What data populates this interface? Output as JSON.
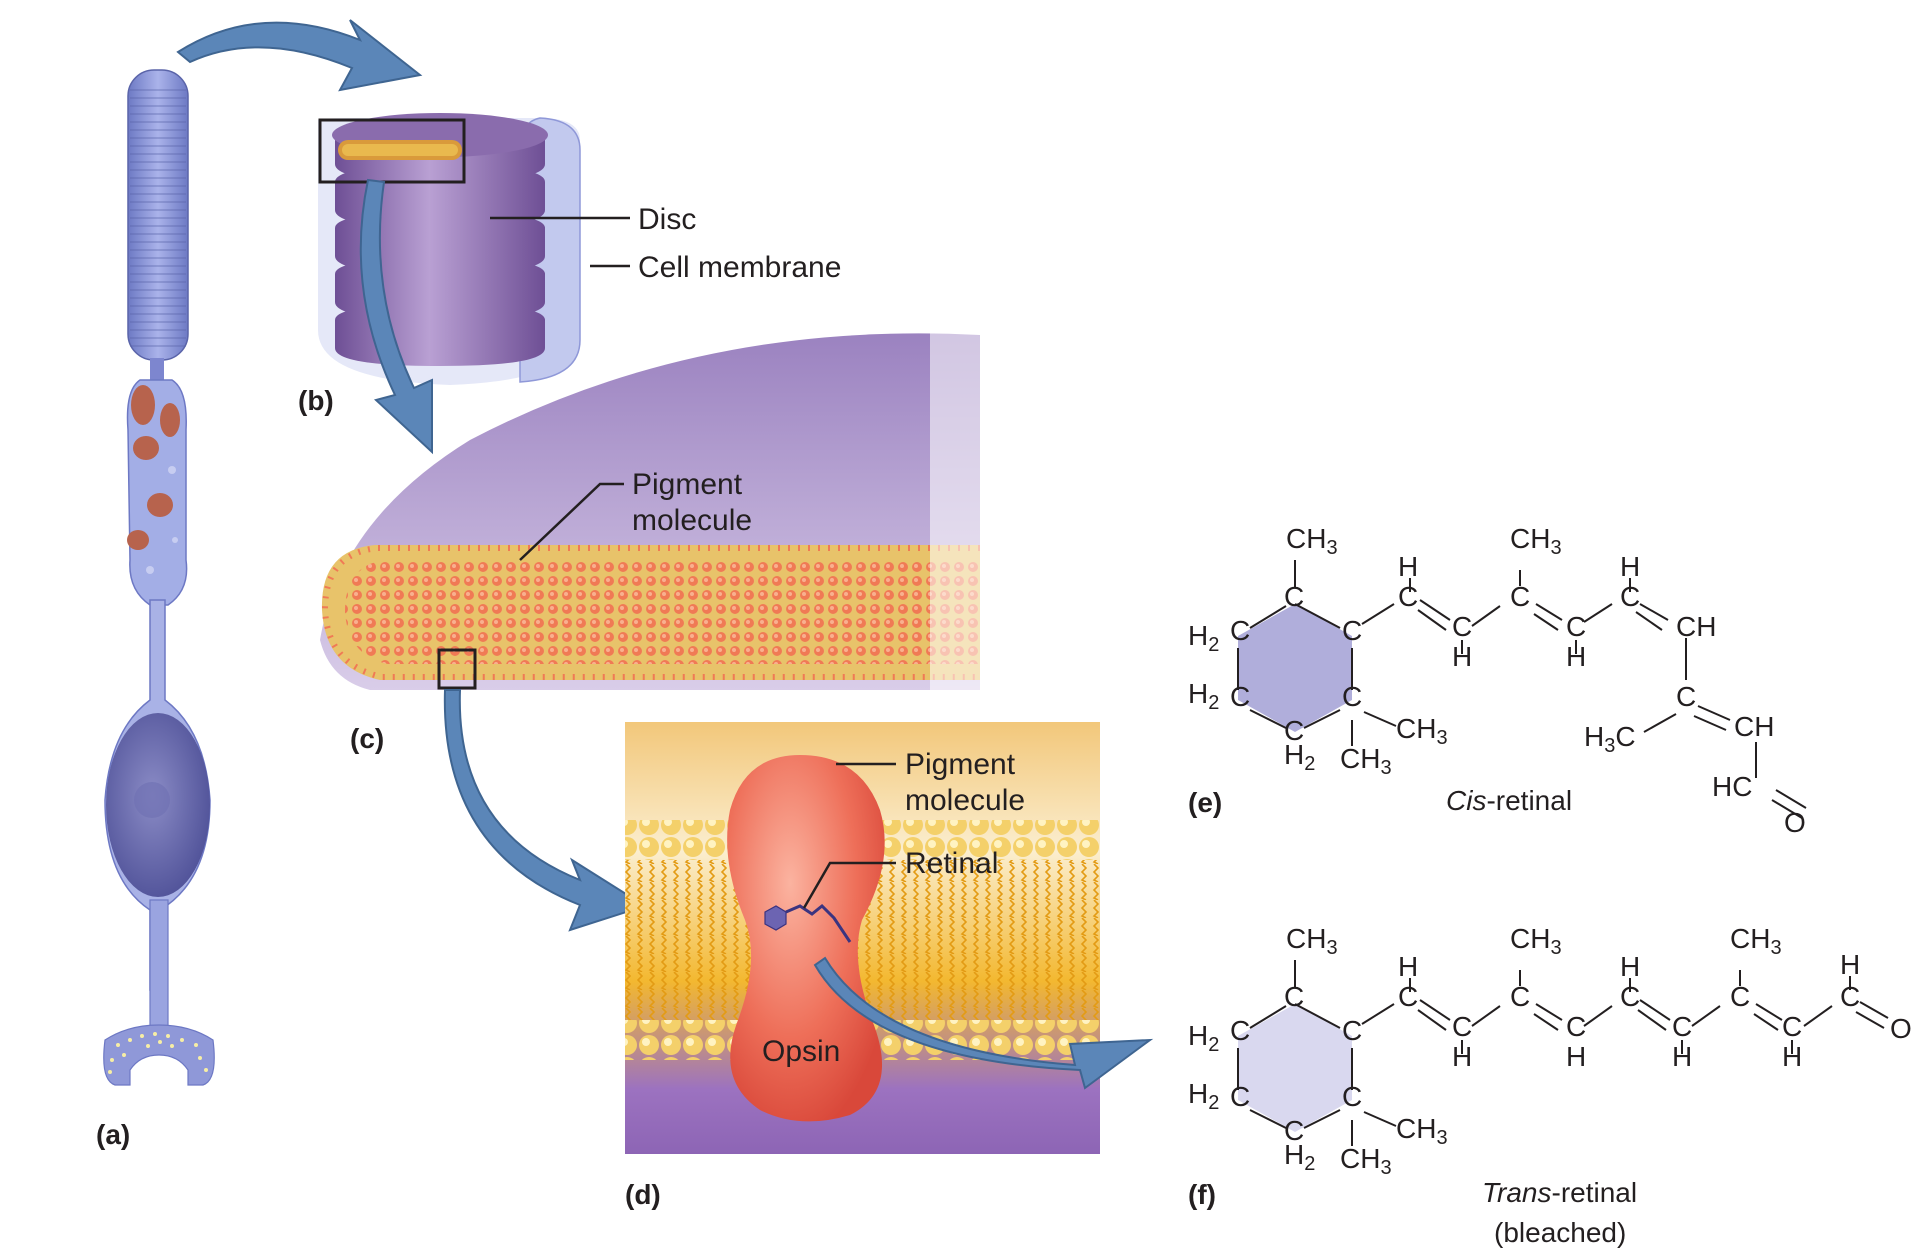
{
  "panels": {
    "a": "(a)",
    "b": "(b)",
    "c": "(c)",
    "d": "(d)",
    "e": "(e)",
    "f": "(f)"
  },
  "labels": {
    "disc": "Disc",
    "cell_membrane": "Cell membrane",
    "pigment_molecule_c_line1": "Pigment",
    "pigment_molecule_c_line2": "molecule",
    "pigment_molecule_d_line1": "Pigment",
    "pigment_molecule_d_line2": "molecule",
    "retinal": "Retinal",
    "opsin": "Opsin"
  },
  "chemistry": {
    "cis": {
      "caption_italic": "Cis",
      "caption_rest": "-retinal"
    },
    "trans": {
      "caption_italic": "Trans",
      "caption_rest": "-retinal",
      "caption_line2": "(bleached)"
    },
    "atoms": {
      "C": "C",
      "H": "H",
      "CH": "CH",
      "HC": "HC",
      "O": "O",
      "CH3": "CH",
      "H2": "H",
      "H3": "H",
      "sub3": "3",
      "sub2": "2"
    }
  },
  "colors": {
    "rod_blue": "#8f98d8",
    "disc_purple": "#8b6fb0",
    "pigment_orange": "#f08a5d",
    "lipid_yellow": "#f2c23a",
    "arrow_blue": "#5b86b8",
    "ring_cis": "#b0aedb",
    "ring_trans": "#d9d8ef"
  }
}
